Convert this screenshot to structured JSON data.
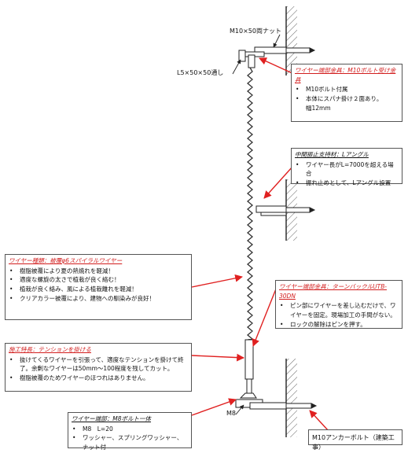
{
  "labels": {
    "nut": "M10×50両ナット",
    "angle": "L5×50×50通し",
    "m8": "M8",
    "anchor": "M10アンカーボルト（建築工事）"
  },
  "callouts": {
    "top_fitting": {
      "title": "ワイヤー端部金具：M10ボルト受け金具",
      "items": [
        "M10ボルト付属",
        "本体にスパナ掛け２面あり。"
      ],
      "extra": "幅12mm"
    },
    "middle_support": {
      "title": "中間振止支持材：Lアングル",
      "items": [
        "ワイヤー長がL=7000を超える場合",
        "振れ止めとして、Lアングル設置"
      ]
    },
    "wire_material": {
      "title": "ワイヤー種類：被覆φ6スパイラルワイヤー",
      "items": [
        "樹脂被覆により夏の熱焼れを軽減！",
        "適度な螺旋の太さで植栽が良く絡む！",
        "植栽が良く絡み、風による植栽離れを軽減！",
        "クリアカラー被覆により、建物への馴染みが良好！"
      ]
    },
    "turnbuckle": {
      "title": "ワイヤー端部金具：ターンバックルUTB-30DN",
      "items": [
        "ピン部にワイヤーを差し込むだけで、ワイヤーを固定。現場加工の手間がない。",
        "ロックの解除はピンを押す。"
      ]
    },
    "construction": {
      "title": "施工特長：テンションを掛ける",
      "items": [
        "抜けてくるワイヤーを引張って、適度なテンションを掛けて終了。余剰なワイヤーは50mm～100程度を残してカット。",
        "樹脂被覆のためワイヤーのほつれはありません。"
      ]
    },
    "bottom_end": {
      "title": "ワイヤー端部：M8ボルト一体",
      "items": [
        "M8　L=20",
        "ワッシャー、スプリングワッシャー、ナット付"
      ]
    }
  },
  "colors": {
    "arrow": "#e02020",
    "line": "#222222",
    "title_red": "#d21e1e"
  }
}
